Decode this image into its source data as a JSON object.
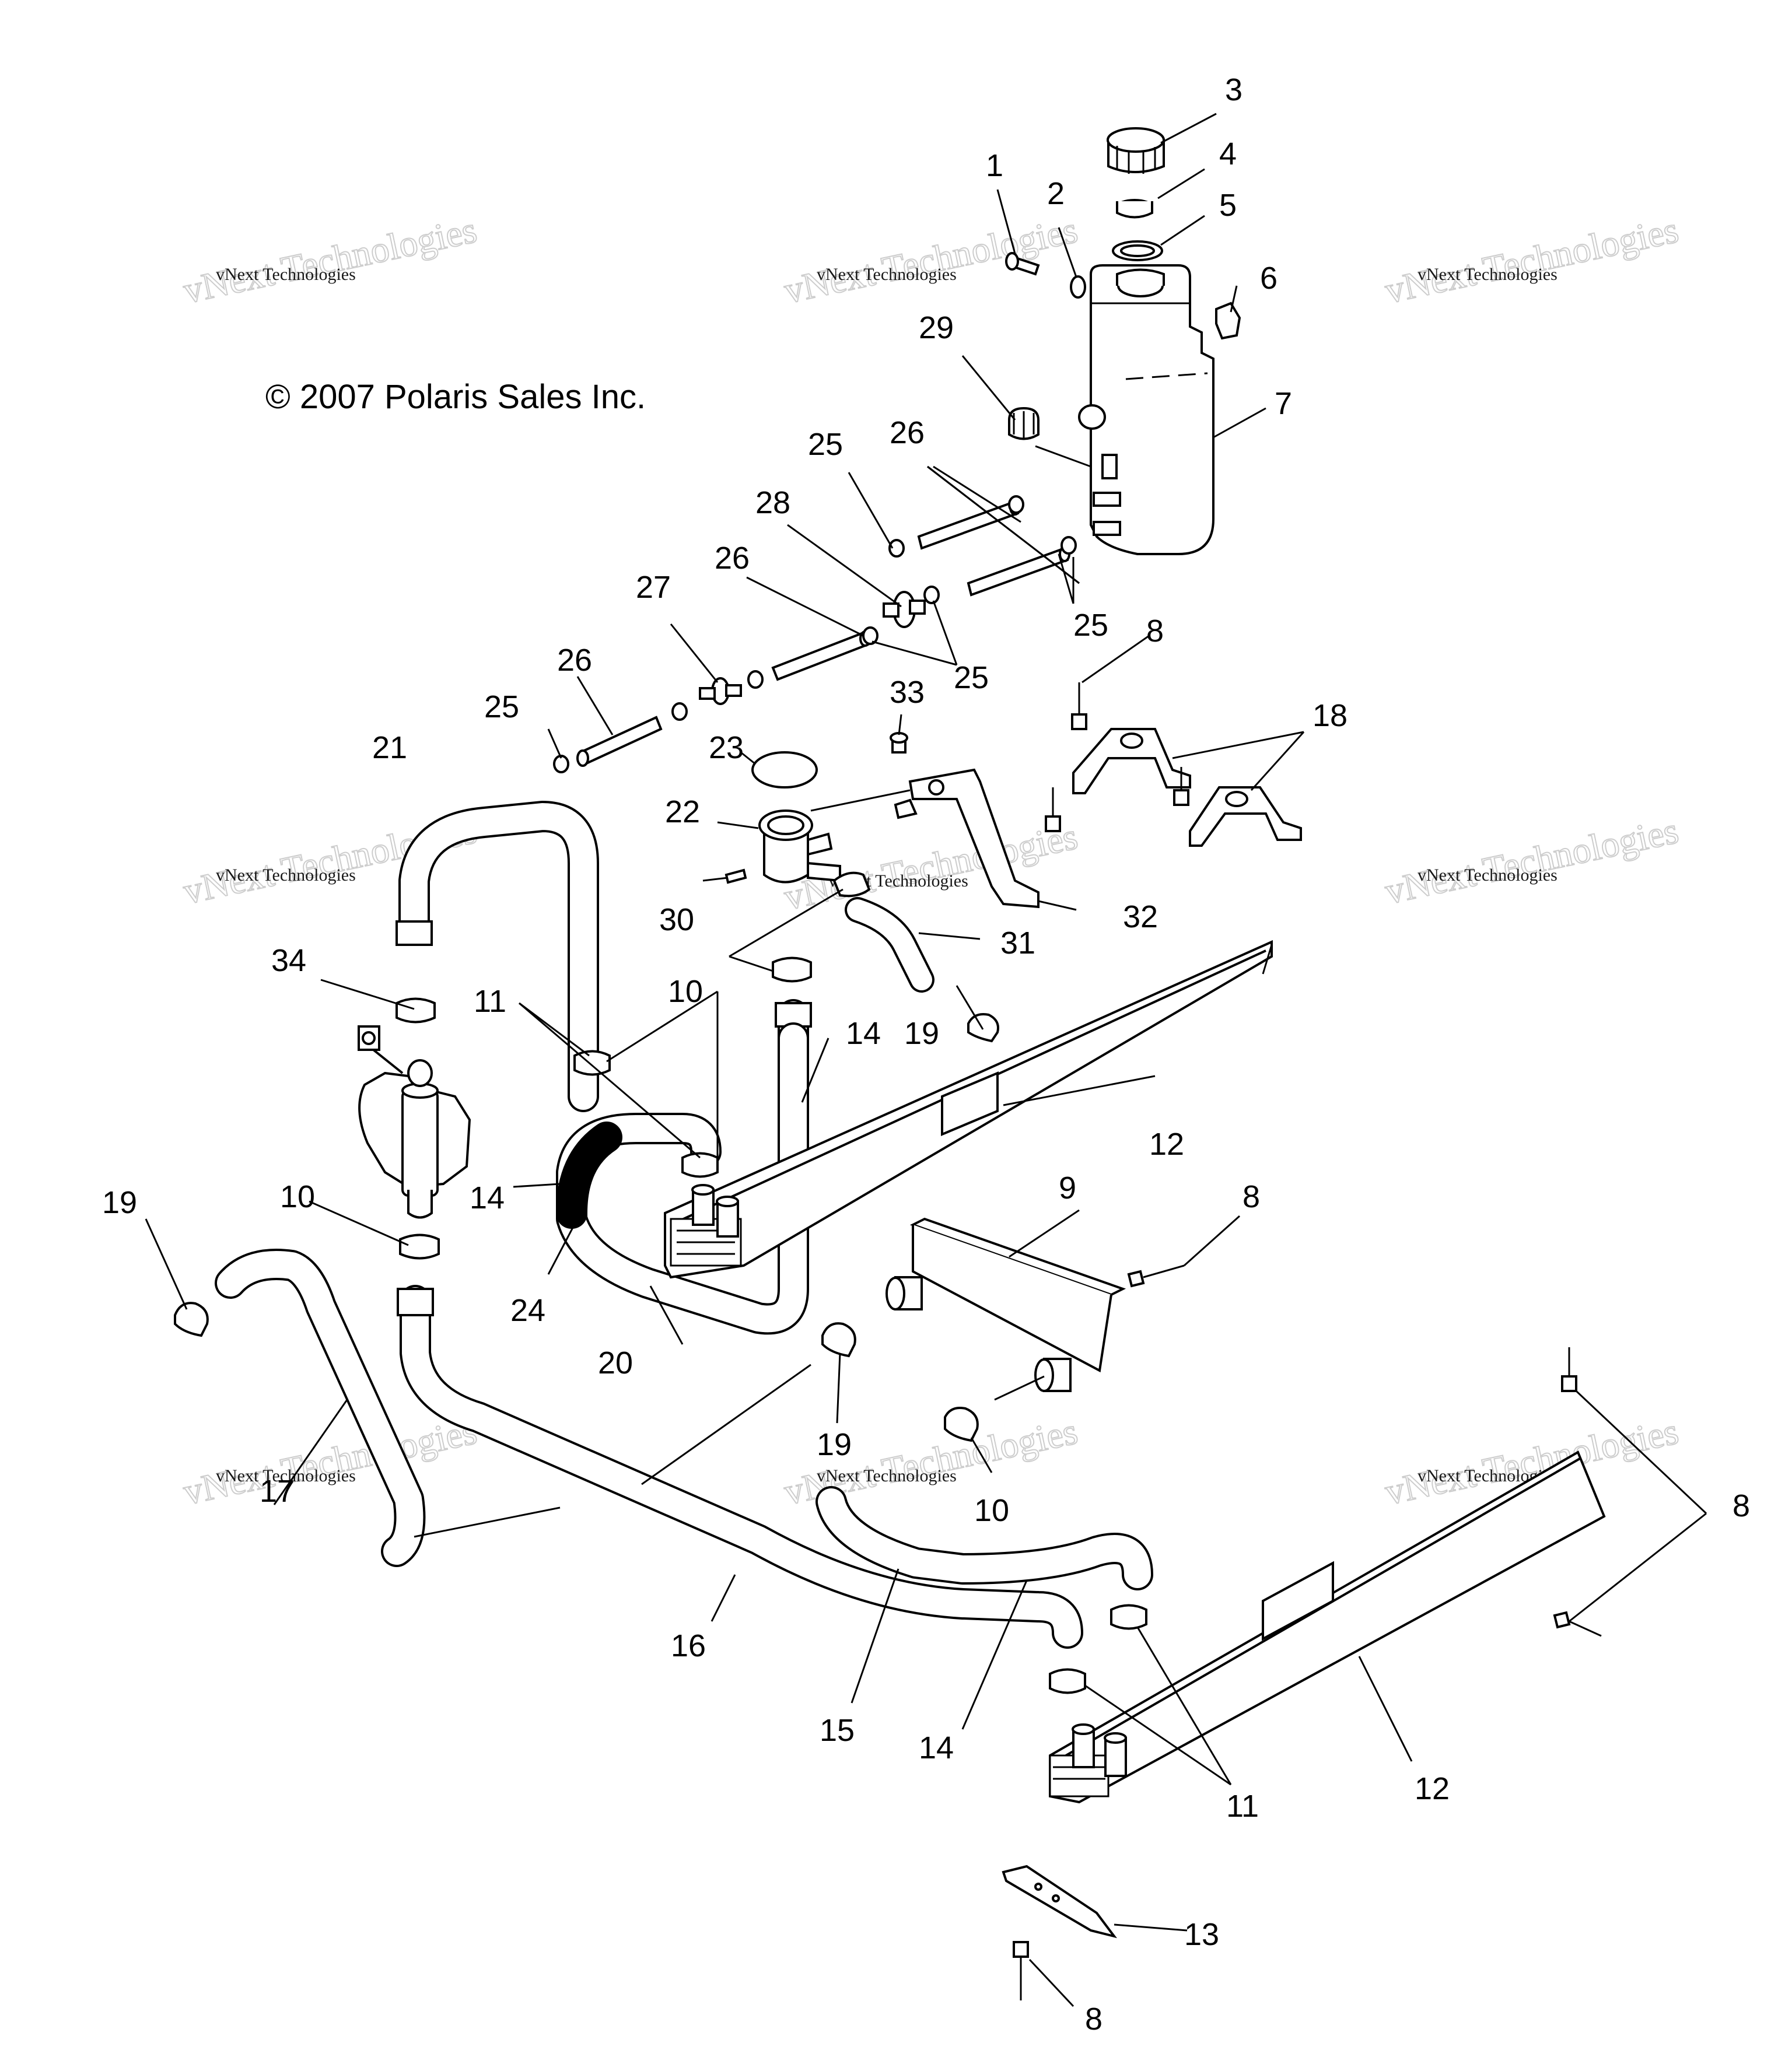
{
  "copyright": "© 2007 Polaris Sales Inc.",
  "watermark": {
    "line1": "vNext Technologies",
    "line2": "vNext Technologies"
  },
  "callouts": {
    "c1": "1",
    "c2": "2",
    "c3": "3",
    "c4": "4",
    "c5": "5",
    "c6": "6",
    "c7": "7",
    "c8": "8",
    "c9": "9",
    "c10": "10",
    "c11": "11",
    "c12": "12",
    "c13": "13",
    "c14": "14",
    "c15": "15",
    "c16": "16",
    "c17": "17",
    "c18": "18",
    "c19": "19",
    "c20": "20",
    "c21": "21",
    "c22": "22",
    "c23": "23",
    "c24": "24",
    "c25": "25",
    "c26": "26",
    "c27": "27",
    "c28": "28",
    "c29": "29",
    "c30": "30",
    "c31": "31",
    "c32": "32",
    "c33": "33",
    "c34": "34"
  }
}
